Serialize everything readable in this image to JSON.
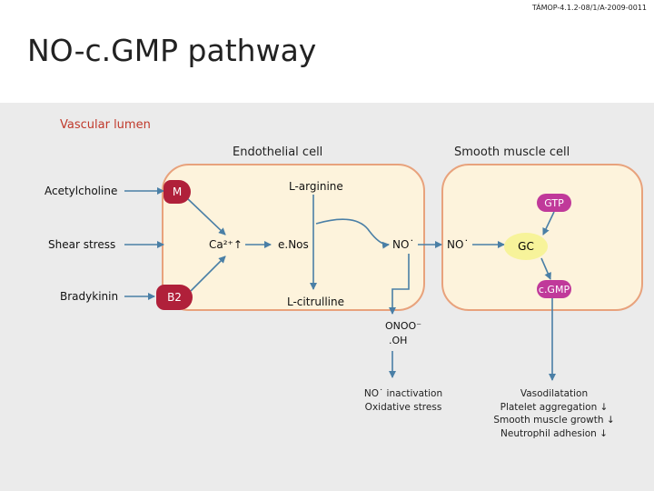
{
  "header": {
    "reference": "TÁMOP-4.1.2-08/1/A-2009-0011",
    "title": "NO-c.GMP pathway"
  },
  "diagram": {
    "lumen_label": "Vascular lumen",
    "endothelial_cell_label": "Endothelial cell",
    "smooth_muscle_cell_label": "Smooth muscle cell",
    "stimuli": [
      "Acetylcholine",
      "Shear stress",
      "Bradykinin"
    ],
    "receptors": {
      "m": "M",
      "b2": "B2"
    },
    "calcium": "Ca²⁺↑",
    "l_arginine": "L-arginine",
    "enos": "e.Nos",
    "l_citrulline": "L-citrulline",
    "no_endothelial": "NO˙",
    "no_smooth": "NO˙",
    "gc": "GC",
    "gtp": "GTP",
    "cgmp": "c.GMP",
    "onoo": "ONOO⁻",
    "oh": ".OH",
    "outcomes_left": [
      "NO˙ inactivation",
      "Oxidative stress"
    ],
    "outcomes_right": [
      "Vasodilatation",
      "Platelet aggregation ↓",
      "Smooth muscle growth ↓",
      "Neutrophil adhesion ↓"
    ]
  },
  "colors": {
    "receptor": "#b0203a",
    "pill": "#c0399a",
    "gc": "#f7f39a",
    "arrow": "#4a7fa6",
    "cell_border": "#e8a27c",
    "cell_fill": "#fdf3dc"
  }
}
